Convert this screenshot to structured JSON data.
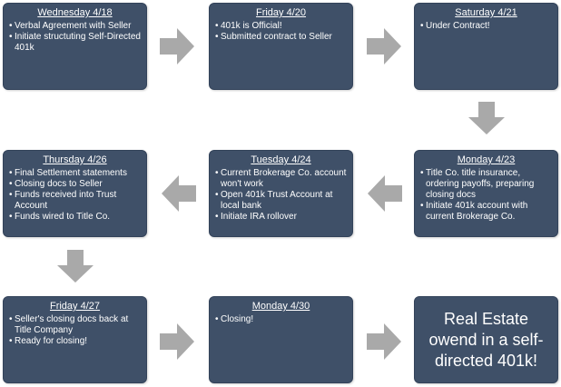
{
  "colors": {
    "box_fill": "#3f5068",
    "box_text": "#ffffff",
    "arrow": "#a9a9a9"
  },
  "boxes": [
    {
      "title": "Wednesday  4/18",
      "items": [
        "Verbal Agreement with Seller",
        "Initiate structuting Self-Directed 401k"
      ]
    },
    {
      "title": "Friday 4/20",
      "items": [
        "401k is Official!",
        "Submitted contract to Seller"
      ]
    },
    {
      "title": "Saturday 4/21",
      "items": [
        "Under Contract!"
      ]
    },
    {
      "title": "Monday 4/23",
      "items": [
        "Title Co. title insurance, ordering payoffs, preparing closing docs",
        "Initiate 401k account with current Brokerage Co."
      ]
    },
    {
      "title": "Tuesday 4/24",
      "items": [
        "Current Brokerage Co. account won't work",
        "Open 401k Trust Account at local bank",
        "Initiate IRA rollover"
      ]
    },
    {
      "title": "Thursday 4/26",
      "items": [
        "Final Settlement statements",
        "Closing docs to Seller",
        "Funds received into Trust Account",
        "Funds wired to Title Co."
      ]
    },
    {
      "title": "Friday 4/27",
      "items": [
        "Seller's closing docs back at Title Company",
        "Ready for closing!"
      ]
    },
    {
      "title": "Monday 4/30",
      "items": [
        "Closing!"
      ]
    }
  ],
  "final_box": {
    "text": "Real Estate owend in a self-directed 401k!"
  },
  "arrows": [
    {
      "name": "arrow-right-1",
      "direction": "right"
    },
    {
      "name": "arrow-right-2",
      "direction": "right"
    },
    {
      "name": "arrow-down-1",
      "direction": "down"
    },
    {
      "name": "arrow-left-1",
      "direction": "left"
    },
    {
      "name": "arrow-left-2",
      "direction": "left"
    },
    {
      "name": "arrow-down-2",
      "direction": "down"
    },
    {
      "name": "arrow-right-3",
      "direction": "right"
    },
    {
      "name": "arrow-right-4",
      "direction": "right"
    }
  ]
}
